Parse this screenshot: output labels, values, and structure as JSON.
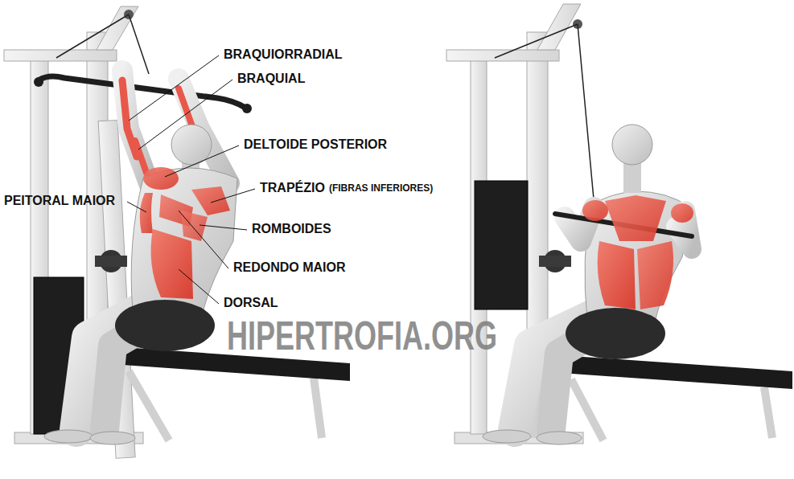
{
  "diagram": {
    "labels": [
      "BRAQUIORRADIAL",
      "BRAQUIAL",
      "DELTOIDE POSTERIOR",
      "TRAPÉZIO",
      "(FIBRAS INFERIORES)",
      "PEITORAL MAIOR",
      "ROMBOIDES",
      "REDONDO MAIOR",
      "DORSAL",
      "HIPERTROFIA.ORG"
    ]
  }
}
